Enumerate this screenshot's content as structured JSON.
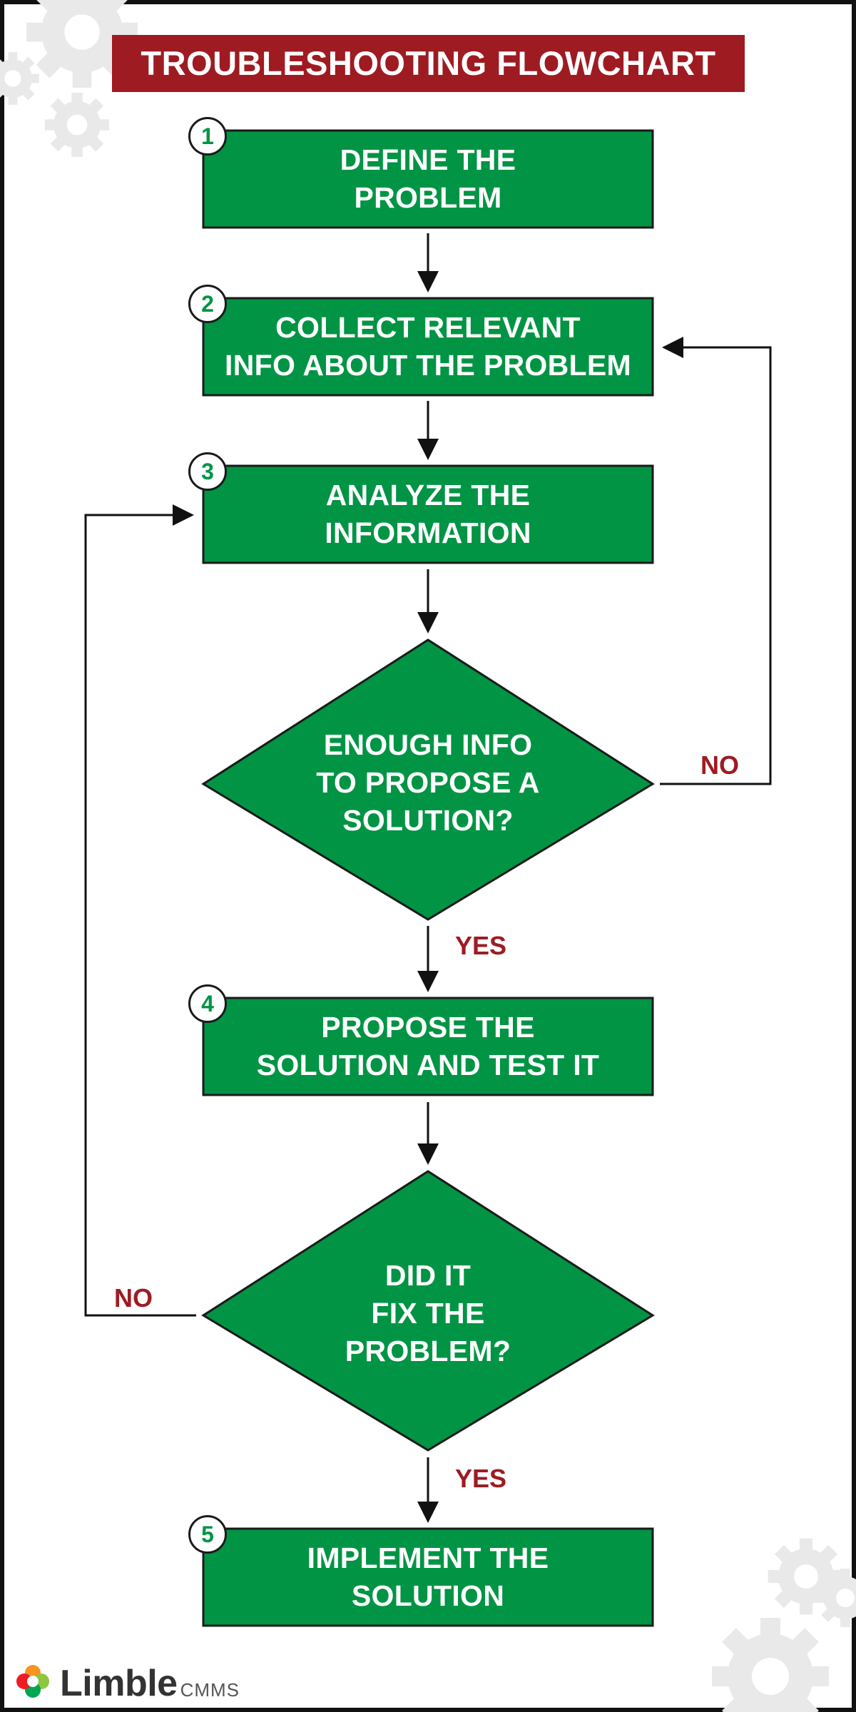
{
  "title": "TROUBLESHOOTING FLOWCHART",
  "colors": {
    "title_bg": "#9e1b22",
    "box_fill": "#009444",
    "label_red": "#9e1b22",
    "badge_number": "#009444"
  },
  "steps": [
    {
      "number": "1",
      "label": "DEFINE THE\nPROBLEM"
    },
    {
      "number": "2",
      "label": "COLLECT RELEVANT\nINFO ABOUT THE PROBLEM"
    },
    {
      "number": "3",
      "label": "ANALYZE THE\nINFORMATION"
    },
    {
      "number": "4",
      "label": "PROPOSE THE\nSOLUTION AND TEST IT"
    },
    {
      "number": "5",
      "label": "IMPLEMENT THE\nSOLUTION"
    }
  ],
  "decisions": [
    {
      "label": "ENOUGH INFO\nTO PROPOSE A\nSOLUTION?",
      "yes_label": "YES",
      "no_label": "NO"
    },
    {
      "label": "DID IT\nFIX THE\nPROBLEM?",
      "yes_label": "YES",
      "no_label": "NO"
    }
  ],
  "logo": {
    "name": "Limble",
    "suffix": "CMMS",
    "icon": "puzzle-gear-icon"
  },
  "decor": {
    "icon": "gear-icon"
  }
}
